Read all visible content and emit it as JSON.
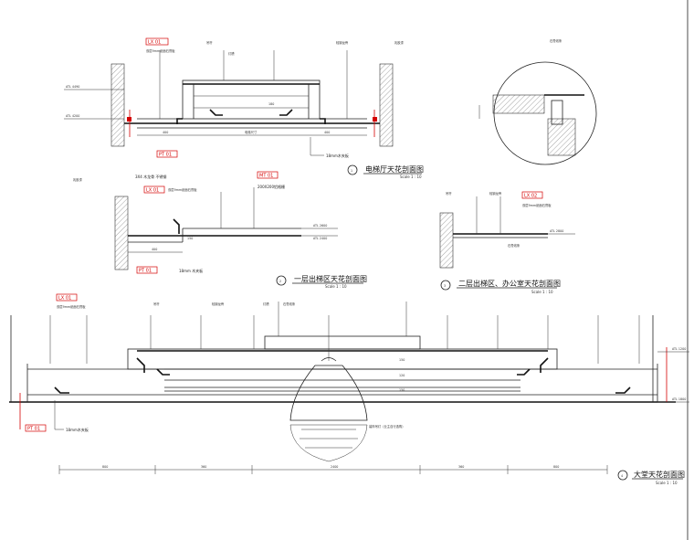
{
  "drawings": {
    "d1": {
      "title": "电梯厅天花剖面图",
      "scale": "Scale 1 : 10",
      "num": "1"
    },
    "d2": {
      "title": "一层出梯区天花剖面图",
      "scale": "Scale 1 : 10",
      "num": "2"
    },
    "d3": {
      "title": "二层出梯区、办公室天花剖面图",
      "scale": "Scale 1 : 10",
      "num": "3"
    },
    "d4": {
      "title": "大堂天花剖面图",
      "scale": "Scale 1 : 10",
      "num": "4"
    }
  },
  "tags": {
    "lx01": {
      "code": "LX",
      "num": "01"
    },
    "pt01": {
      "code": "PT",
      "num": "01"
    },
    "mt01": {
      "code": "MT",
      "num": "01"
    },
    "lx02": {
      "code": "LX",
      "num": "02"
    }
  },
  "levels": {
    "d1_top": "ATL 4490",
    "d1_bot": "ATL 4200",
    "d2_top": "ATL 2600",
    "d2_bot": "ATL 2400",
    "d3": "ATL 2800",
    "d4_top": "ATL 1200",
    "d4_bot": "ATL 1800"
  },
  "notes": {
    "gypsum": "双层9mm纸面石膏板",
    "bead_18": "18mm木夹板",
    "bead_18b": "18mm 木夹板",
    "angle": "3X4 木龙骨 不锈钢",
    "grille": "200X200铝格栅",
    "light": "灯槽",
    "steel": "轻钢龙骨",
    "hanger": "吊杆",
    "plaster": "石膏线条",
    "paint": "乳胶漆",
    "chandelier": "装饰吊灯（业主自行选购）"
  },
  "dims": {
    "d1": [
      "400",
      "电梯尺寸",
      "400"
    ],
    "d1_h": "180",
    "d2": "400",
    "d2_h": "150",
    "d4": [
      "800",
      "360",
      "2400",
      "360",
      "800"
    ],
    "d4_h": [
      "150",
      "120",
      "150"
    ]
  }
}
